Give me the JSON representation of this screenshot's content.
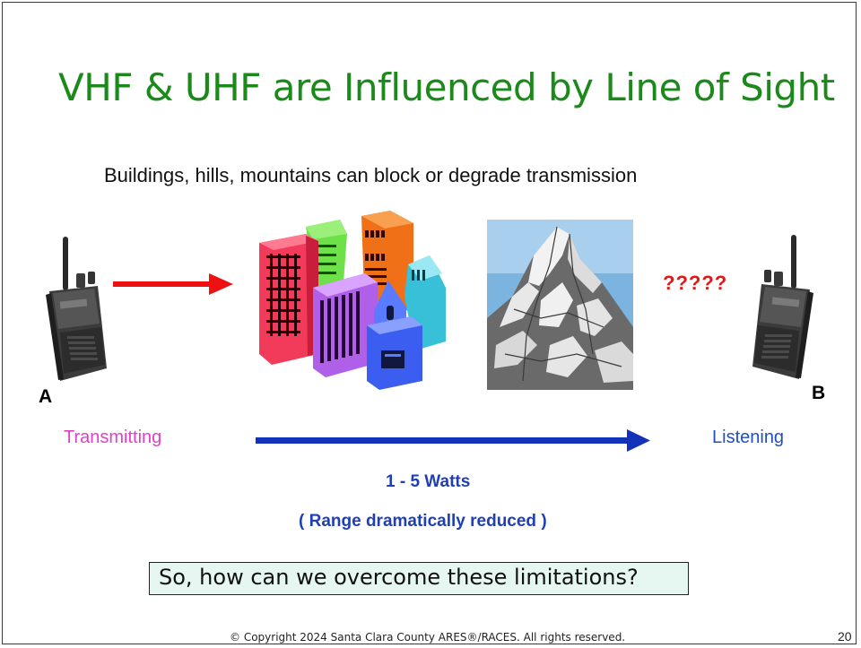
{
  "slide": {
    "title": "VHF & UHF are Influenced by Line of Sight",
    "subtitle": "Buildings, hills, mountains can block or degrade transmission",
    "label_a": "A",
    "label_b": "B",
    "transmitting": "Transmitting",
    "listening": "Listening",
    "question_marks": "?????",
    "power": "1 - 5  Watts",
    "range_note": "( Range dramatically reduced )",
    "question": "So, how can we overcome these limitations?",
    "footer": "©  Copyright 2024  Santa Clara County ARES®/RACES. All rights reserved.",
    "page_number": "20"
  },
  "icons": [
    "handheld-radio-icon",
    "city-buildings-icon",
    "mountain-icon",
    "red-arrow-icon",
    "blue-arrow-icon"
  ],
  "colors": {
    "title": "#1b8a1b",
    "transmitting": "#e040c8",
    "listening": "#1f4fc0",
    "question_marks": "#e01818",
    "red_arrow": "#ee1111",
    "blue_arrow": "#1232b8",
    "question_box_bg": "#e6f6f1"
  }
}
